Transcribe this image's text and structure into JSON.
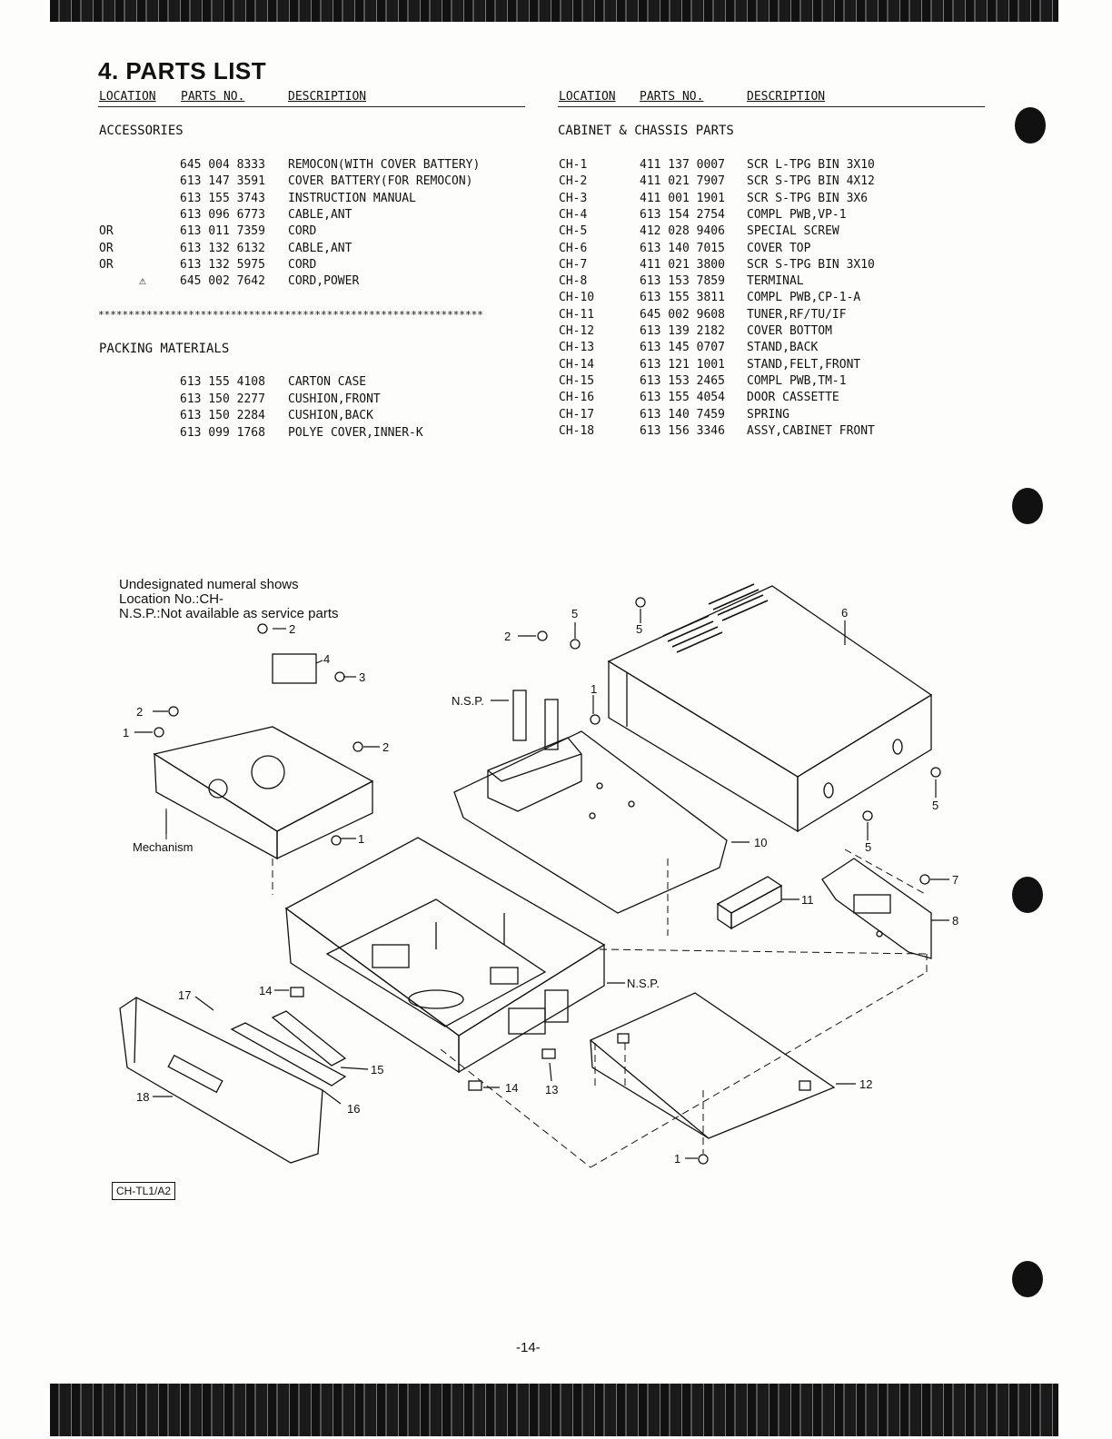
{
  "title": "4. PARTS LIST",
  "headers": {
    "left": [
      "LOCATION",
      "PARTS NO.",
      "DESCRIPTION"
    ],
    "right": [
      "LOCATION",
      "PARTS NO.",
      "DESCRIPTION"
    ]
  },
  "accessories": {
    "heading": "ACCESSORIES",
    "rows": [
      {
        "loc": "",
        "no": "645 004 8333",
        "desc": "REMOCON(WITH COVER BATTERY)"
      },
      {
        "loc": "",
        "no": "613 147 3591",
        "desc": "COVER BATTERY(FOR REMOCON)"
      },
      {
        "loc": "",
        "no": "613 155 3743",
        "desc": "INSTRUCTION MANUAL"
      },
      {
        "loc": "",
        "no": "613 096 6773",
        "desc": "CABLE,ANT"
      },
      {
        "loc": "OR",
        "no": "613 011 7359",
        "desc": "CORD"
      },
      {
        "loc": "OR",
        "no": "613 132 6132",
        "desc": "CABLE,ANT"
      },
      {
        "loc": "OR",
        "no": "613 132 5975",
        "desc": "CORD"
      },
      {
        "loc": "⚠",
        "no": "645 002 7642",
        "desc": "CORD,POWER"
      }
    ]
  },
  "separator": "****************************************************************",
  "packing": {
    "heading": "PACKING MATERIALS",
    "rows": [
      {
        "no": "613 155 4108",
        "desc": "CARTON CASE"
      },
      {
        "no": "613 150 2277",
        "desc": "CUSHION,FRONT"
      },
      {
        "no": "613 150 2284",
        "desc": "CUSHION,BACK"
      },
      {
        "no": "613 099 1768",
        "desc": "POLYE COVER,INNER-K"
      }
    ]
  },
  "cabinet": {
    "heading": "CABINET & CHASSIS PARTS",
    "rows": [
      {
        "loc": "CH-1",
        "no": "411 137 0007",
        "desc": "SCR L-TPG BIN 3X10"
      },
      {
        "loc": "CH-2",
        "no": "411 021 7907",
        "desc": "SCR S-TPG BIN 4X12"
      },
      {
        "loc": "CH-3",
        "no": "411 001 1901",
        "desc": "SCR S-TPG BIN 3X6"
      },
      {
        "loc": "CH-4",
        "no": "613 154 2754",
        "desc": "COMPL PWB,VP-1"
      },
      {
        "loc": "CH-5",
        "no": "412 028 9406",
        "desc": "SPECIAL SCREW"
      },
      {
        "loc": "CH-6",
        "no": "613 140 7015",
        "desc": "COVER TOP"
      },
      {
        "loc": "CH-7",
        "no": "411 021 3800",
        "desc": "SCR S-TPG BIN 3X10"
      },
      {
        "loc": "CH-8",
        "no": "613 153 7859",
        "desc": "TERMINAL"
      },
      {
        "loc": "CH-10",
        "no": "613 155 3811",
        "desc": "COMPL PWB,CP-1-A"
      },
      {
        "loc": "CH-11",
        "no": "645 002 9608",
        "desc": "TUNER,RF/TU/IF"
      },
      {
        "loc": "CH-12",
        "no": "613 139 2182",
        "desc": "COVER BOTTOM"
      },
      {
        "loc": "CH-13",
        "no": "613 145 0707",
        "desc": "STAND,BACK"
      },
      {
        "loc": "CH-14",
        "no": "613 121 1001",
        "desc": "STAND,FELT,FRONT"
      },
      {
        "loc": "CH-15",
        "no": "613 153 2465",
        "desc": "COMPL PWB,TM-1"
      },
      {
        "loc": "CH-16",
        "no": "613 155 4054",
        "desc": "DOOR CASSETTE"
      },
      {
        "loc": "CH-17",
        "no": "613 140 7459",
        "desc": "SPRING"
      },
      {
        "loc": "CH-18",
        "no": "613 156 3346",
        "desc": "ASSY,CABINET FRONT"
      }
    ]
  },
  "diagram": {
    "note": [
      "Undesignated numeral shows",
      "Location No.:CH-",
      "N.S.P.:Not available as service parts"
    ],
    "callouts": [
      "2",
      "4",
      "3",
      "2",
      "1",
      "2",
      "1",
      "Mechanism",
      "2",
      "N.S.P.",
      "1",
      "5",
      "5",
      "6",
      "5",
      "5",
      "10",
      "11",
      "7",
      "8",
      "N.S.P.",
      "14",
      "17",
      "15",
      "16",
      "18",
      "14",
      "13",
      "12",
      "1"
    ],
    "figure_code": "CH-TL1/A2"
  },
  "page_number": "-14-"
}
